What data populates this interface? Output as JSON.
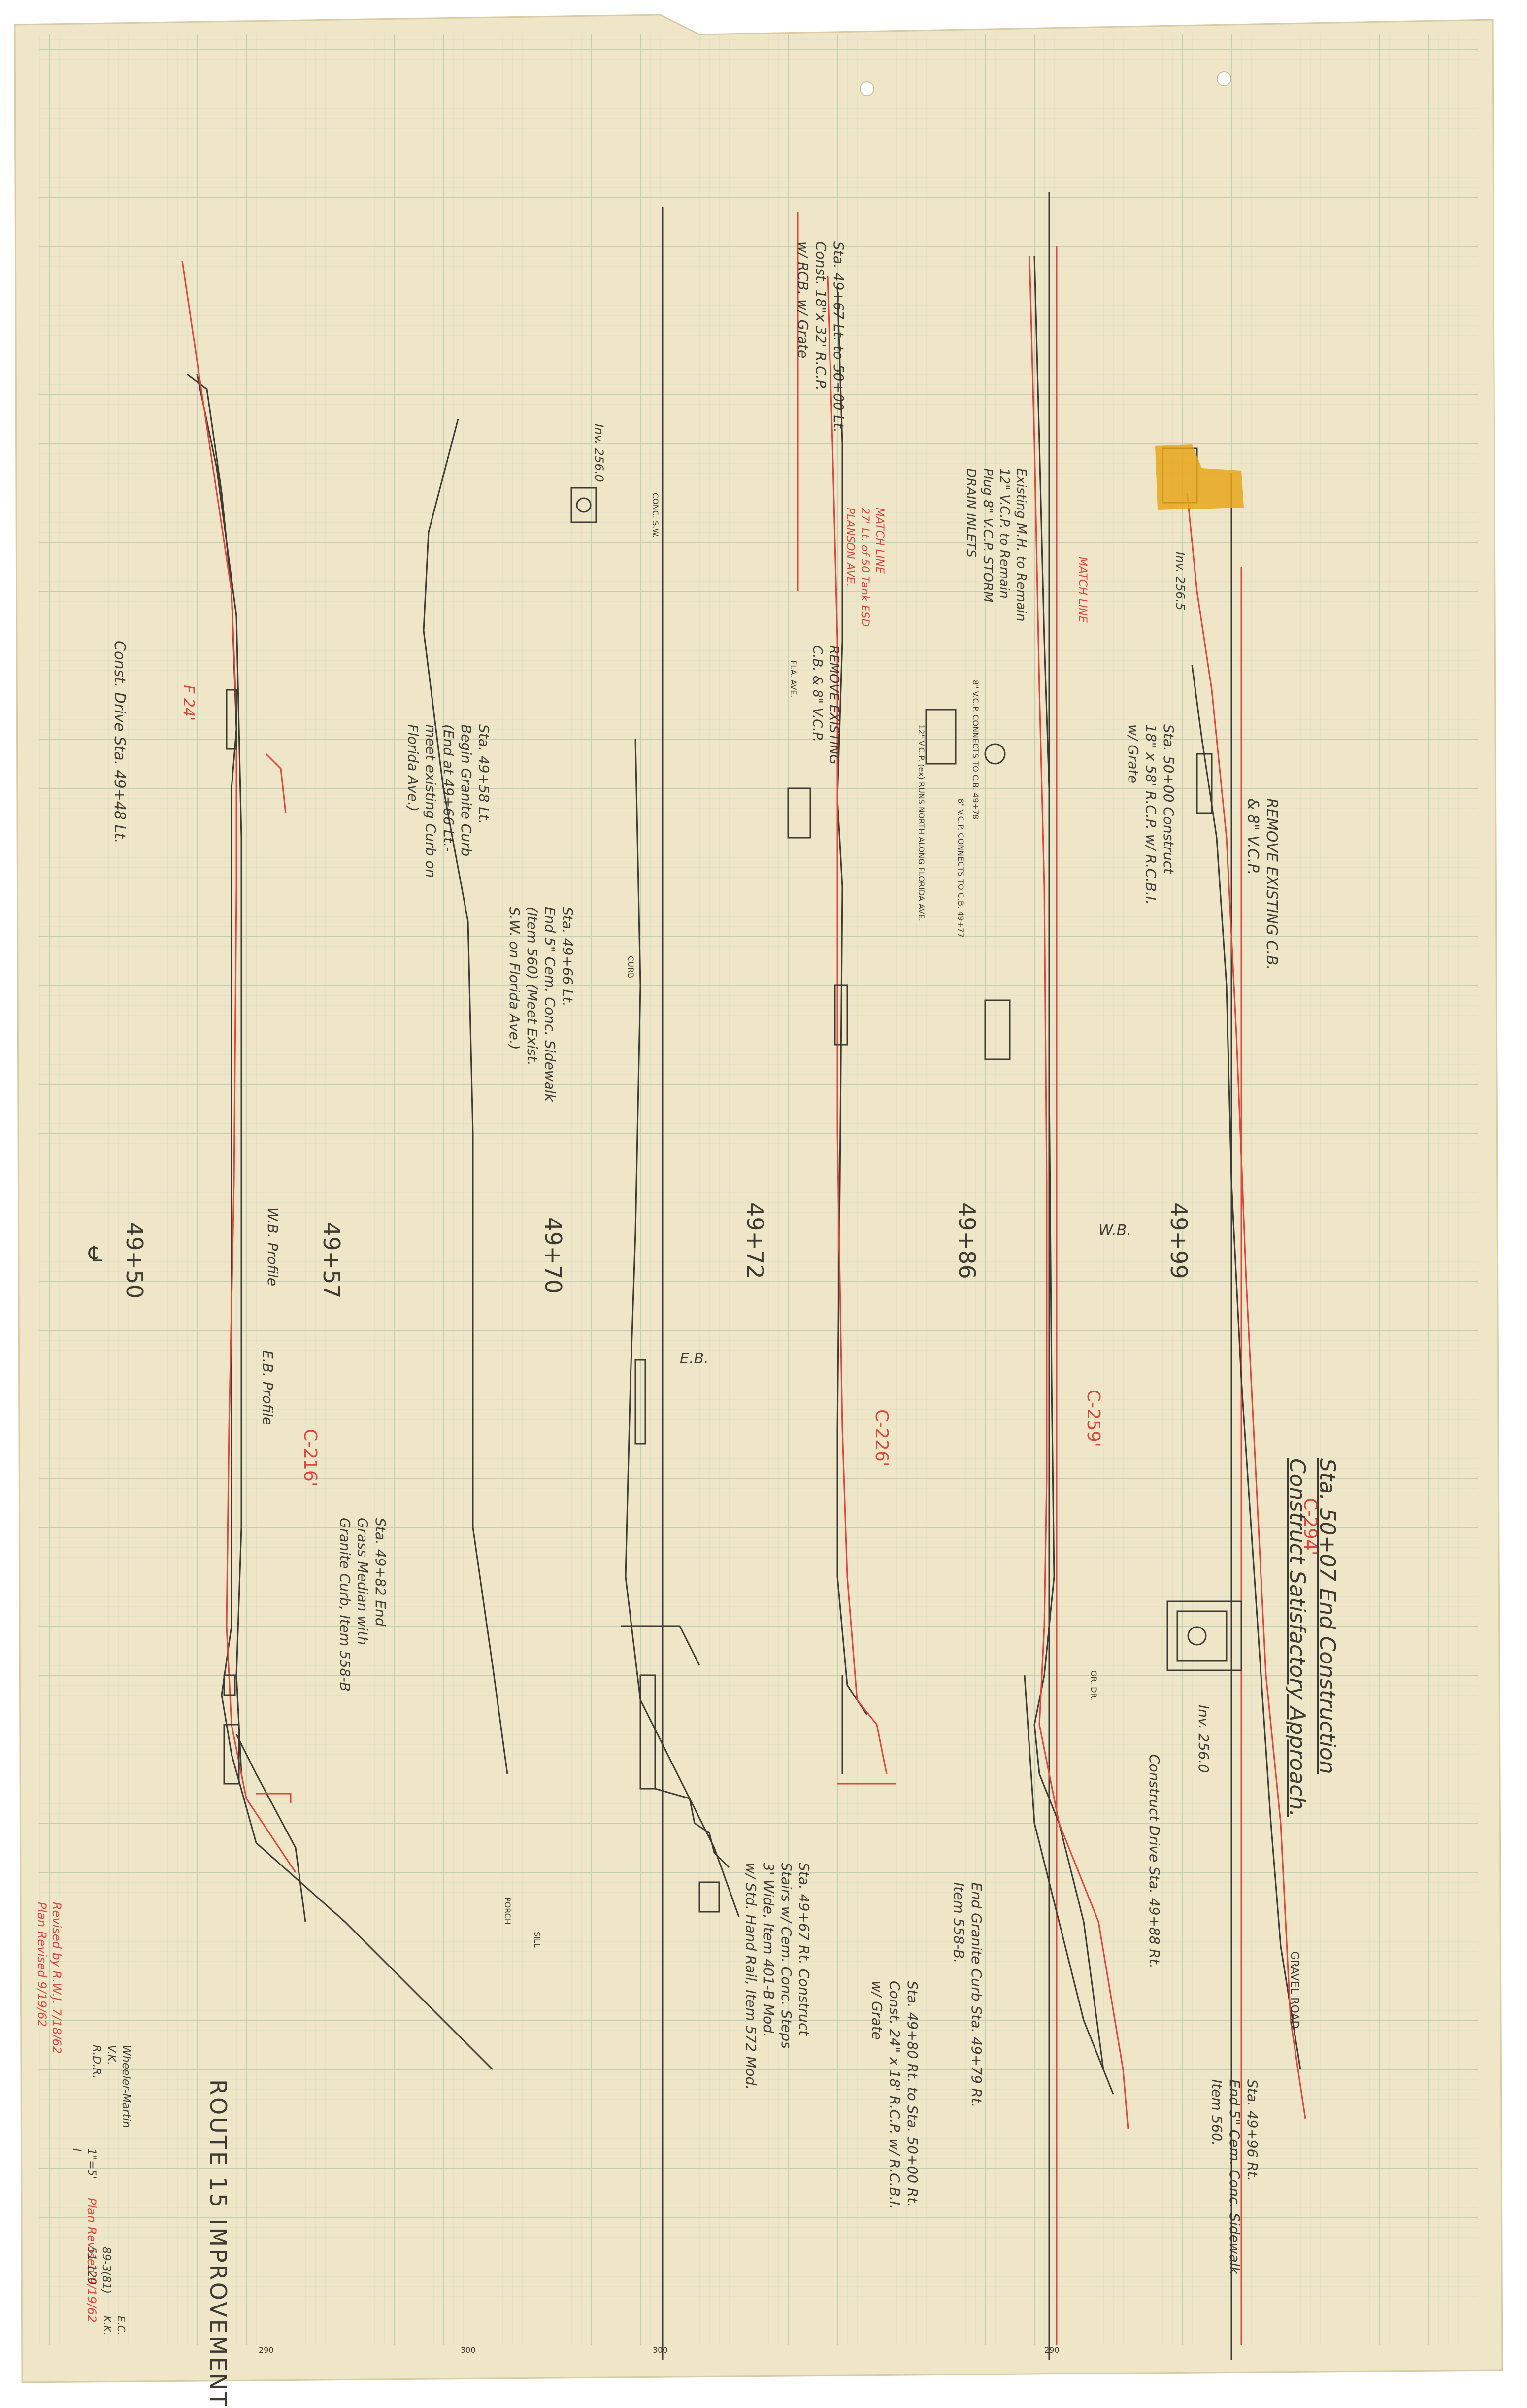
{
  "colors": {
    "paper": "#efe6c7",
    "grid": "#c9d7c0",
    "pencil": "#3c3a33",
    "red": "#e0443c",
    "faint": "#9a948a",
    "yellow": "#e6a61a"
  },
  "title": {
    "line1": "Sta. 50+07 End Construction",
    "line2": "Construct Satisfactory Approach."
  },
  "stations": {
    "s4950": "49+50",
    "s4957": "49+57",
    "s4970": "49+70",
    "s4972": "49+72",
    "s4986": "49+86",
    "s4999": "49+99"
  },
  "notes": {
    "drive_4948": "Const. Drive Sta. 49+48 Lt.",
    "wb_profile": "W.B. Profile",
    "eb_profile": "E.B. Profile",
    "f24": "F 24'",
    "c216": "C-216'",
    "begin_granite_1": "Sta. 49+58 Lt.",
    "begin_granite_2": "Begin Granite Curb",
    "begin_granite_3": "(End at 49+66 Lt.-",
    "begin_granite_4": "meet existing Curb on",
    "begin_granite_5": "Florida Ave.)",
    "grass_median_1": "Sta. 49+82 End",
    "grass_median_2": "Grass Median with",
    "grass_median_3": "Granite Curb, Item 558-B",
    "sidewalk_4966_1": "Sta. 49+66 Lt.",
    "sidewalk_4966_2": "End 5\" Cem. Conc. Sidewalk",
    "sidewalk_4966_3": "(Item 560) (Meet Exist.",
    "sidewalk_4966_4": "S.W. on Florida Ave.)",
    "rcp_1": "Sta. 49+67 Lt. to 50+00 Lt.",
    "rcp_2": "Const. 18\"x 32' R.C.P.",
    "rcp_3": "w/ RCB. w/ Grate",
    "stairs_1": "Sta. 49+67 Rt. Construct",
    "stairs_2": "Stairs w/ Cem. Conc. Steps",
    "stairs_3": "3' Wide, Item 401-B Mod.",
    "stairs_4": "w/ Std. Hand Rail, Item 572 Mod.",
    "c226": "C-226'",
    "remove_existing_1": "REMOVE EXISTING",
    "remove_existing_2": "C.B. & 8\" V.C.P.",
    "existing_mh_1": "Existing M.H. to Remain",
    "existing_mh_2": "12\" V.C.P. to Remain",
    "existing_mh_3": "Plug 8\" V.C.P. STORM",
    "existing_mh_4": "DRAIN INLETS",
    "match_line_1": "MATCH LINE",
    "match_line_2": "27' Lt. of 50 Tank ESD",
    "match_line_3": "PLANSON AVE.",
    "match_line_b": "MATCH LINE",
    "vcp_connects_1": "8\" V.C.P. CONNECTS TO C.B. 49+78",
    "vcp_connects_2": "8\" V.C.P. CONNECTS TO C.B. 49+77",
    "vcp_north": "12\" V.C.P. (ex) RUNS NORTH ALONG FLORIDA AVE.",
    "rcp_4980_1": "Sta. 49+80 Rt. to Sta. 50+00 Rt.",
    "rcp_4980_2": "Const. 24\" x 18' R.C.P. w/ R.C.B.I.",
    "rcp_4980_3": "w/ Grate",
    "granite_end_1": "End Granite Curb Sta. 49+79 Rt.",
    "granite_end_2": "Item 558-B.",
    "c259": "C-259'",
    "rcp_5000_1": "Sta. 50+00 Construct",
    "rcp_5000_2": "18\" x 58' R.C.P. w/ R.C.B.I.",
    "rcp_5000_3": "w/ Grate",
    "drive_4988": "Construct Drive Sta. 49+88 Rt.",
    "inv_2560": "Inv. 256.0",
    "inv_2565": "Inv. 256.5",
    "inv_2560b": "Inv. 256.0",
    "remove_cb_1": "REMOVE EXISTING C.B.",
    "remove_cb_2": "& 8\" V.C.P.",
    "c294": "C-294'",
    "sidewalk_4996_1": "Sta. 49+96 Rt.",
    "sidewalk_4996_2": "End 5\" Cem. Conc. Sidewalk",
    "sidewalk_4996_3": "Item 560.",
    "gravel_road": "GRAVEL ROAD",
    "route": "ROUTE 15 IMPROVEMENT",
    "wb": "W.B.",
    "eb": "E.B.",
    "centerline": "℄",
    "revision_1": "Revised by R.W.J. 7/18/62",
    "revision_2": "Plan Revised 9/19/62",
    "revision_3": "Plan Revised 9/19/62",
    "conc_sw": "CONC. S.W.",
    "curb": "CURB",
    "porch": "PORCH",
    "sill": "SILL",
    "fla_ave": "FLA. AVE.",
    "gr_dr": "GR. DR."
  },
  "title_block": {
    "designed": "Wheeler-Martin",
    "checked": "V.K.",
    "drawn": "R.D.R.",
    "init_1": "E.C.",
    "init_2": "K.K.",
    "scale_h": "1\"=5'",
    "scale_v": "I",
    "project": "89-3(81)",
    "sheet": "51 120"
  },
  "axis": {
    "e290": "290",
    "e300": "300",
    "e300b": "300",
    "e290b": "290"
  }
}
